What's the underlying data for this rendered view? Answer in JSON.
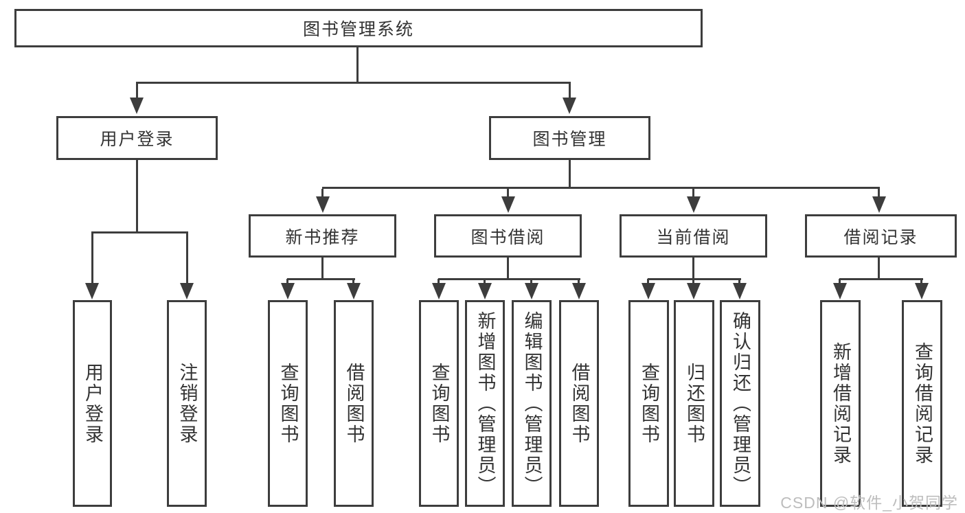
{
  "diagram": {
    "root": "图书管理系统",
    "branches": [
      {
        "label": "用户登录",
        "leaves": [
          "用户登录",
          "注销登录"
        ]
      },
      {
        "label": "图书管理",
        "groups": [
          {
            "label": "新书推荐",
            "leaves": [
              "查询图书",
              "借阅图书"
            ]
          },
          {
            "label": "图书借阅",
            "leaves": [
              "查询图书",
              "新增图书（管理员）",
              "编辑图书（管理员）",
              "借阅图书"
            ]
          },
          {
            "label": "当前借阅",
            "leaves": [
              "查询图书",
              "归还图书",
              "确认归还（管理员）"
            ]
          },
          {
            "label": "借阅记录",
            "leaves": [
              "新增借阅记录",
              "查询借阅记录"
            ]
          }
        ]
      }
    ]
  },
  "watermark": "CSDN @软件_小贺同学",
  "colors": {
    "line": "#3d3d3d",
    "text": "#333333",
    "watermark": "#bdbdbd",
    "background": "#ffffff"
  }
}
